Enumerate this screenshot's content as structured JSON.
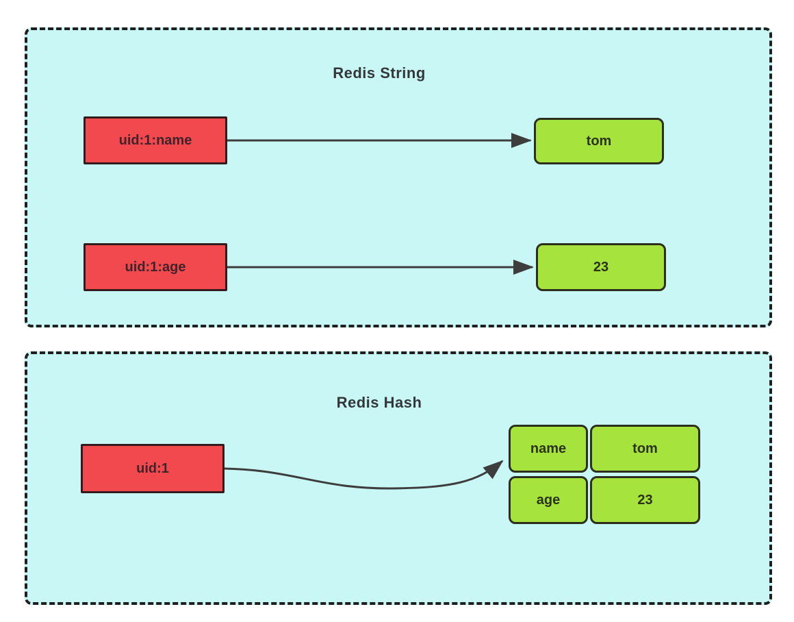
{
  "diagram": {
    "panels": [
      {
        "title": "Redis String",
        "pairs": [
          {
            "key": "uid:1:name",
            "value": "tom"
          },
          {
            "key": "uid:1:age",
            "value": "23"
          }
        ]
      },
      {
        "title": "Redis Hash",
        "key": "uid:1",
        "fields": [
          {
            "field": "name",
            "value": "tom"
          },
          {
            "field": "age",
            "value": "23"
          }
        ]
      }
    ],
    "colors": {
      "panel_background": "#c9f7f5",
      "panel_border": "#1f1f1f",
      "key_box_fill": "#f2494f",
      "value_box_fill": "#a6e43d",
      "box_border": "#2c2f1d",
      "arrow": "#3d3d3d",
      "title_text": "#33373a"
    }
  }
}
